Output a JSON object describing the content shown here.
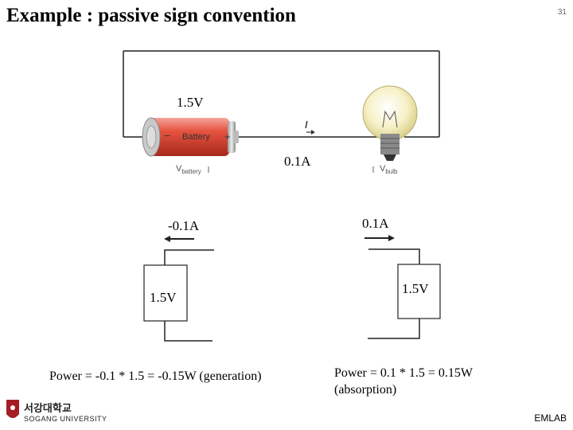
{
  "title": "Example : passive sign convention",
  "slide_number": "31",
  "top_circuit": {
    "battery_voltage_label": "1.5V",
    "battery_text": "Battery",
    "minus_sign": "−",
    "plus_sign": "+",
    "current_symbol": "I",
    "current_value": "0.1A",
    "v_battery_label": "V",
    "v_battery_sub": "battery",
    "v_bulb_label": "V",
    "v_bulb_sub": "bulb"
  },
  "left_element": {
    "current_label": "-0.1A",
    "voltage_label": "1.5V",
    "power_text": "Power = -0.1 * 1.5 = -0.15W (generation)"
  },
  "right_element": {
    "current_label": "0.1A",
    "voltage_label": "1.5V",
    "power_text_line1": "Power = 0.1 * 1.5 = 0.15W",
    "power_text_line2": "(absorption)"
  },
  "footer": {
    "university_korean": "서강대학교",
    "university_english": "SOGANG UNIVERSITY",
    "lab_name": "EMLAB"
  }
}
